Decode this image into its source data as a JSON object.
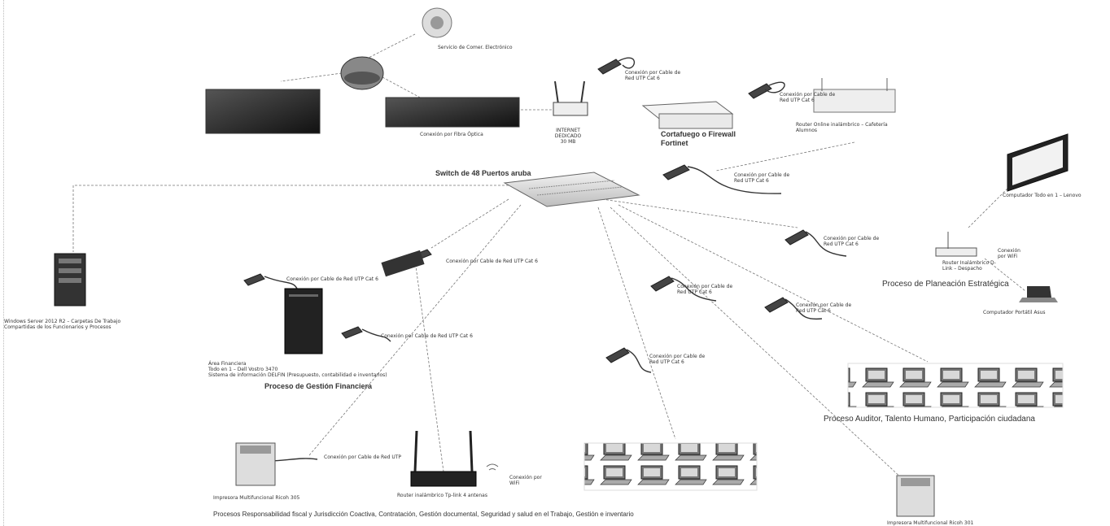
{
  "title": "Switch de 48 Puertos aruba",
  "labels": {
    "ecommerce": "Servicio de Comer. Electrónico",
    "fiber": "Conexión por Fibra Óptica",
    "internet": "INTERNET DEDICADO\n30 MB",
    "cable_top": "Conexión por Cable de\nRed UTP Cat 6",
    "firewall": "Cortafuego o Firewall\nFortinet",
    "cable_router": "Conexión por Cable de\nRed UTP Cat 6",
    "router_top": "Router Online inalámbrico – Cafetería\nAlumnos",
    "cable_switch": "Conexión por Cable de\nRed UTP Cat 6",
    "all_in_one": "Computador Todo en 1 – Lenovo",
    "cable_planeacion": "Conexión por Cable de\nRed UTP Cat 6",
    "router_planeacion": "Router Inalámbrico D-\nLink – Despacho",
    "wifi_planeacion": "Conexión\npor WiFi",
    "laptop": "Computador Portátil Asus",
    "server": "Windows Server 2012 R2 – Carpetas De Trabajo\nCompartidas de los Funcionarios y Procesos",
    "cable_fin1": "Conexión por Cable de Red UTP Cat 6",
    "cable_fin_top": "Conexión por Cable de Red UTP Cat 6",
    "cable_fin2": "Conexión por Cable de Red UTP Cat 6",
    "fin_desc": "Área Financiera\nTodo en 1 – Dell Vostro 3470\nSistema de información DELFIN (Presupuesto, contabilidad e inventarios)",
    "cable_mid1": "Conexión por Cable de\nRed UTP Cat 6",
    "cable_mid2": "Conexión por Cable de\nRed UTP Cat 6",
    "cable_aud": "Conexión por Cable de\nRed UTP Cat 6",
    "printer_left_cable": "Conexión por Cable de Red UTP",
    "printer_left": "Impresora Multifuncional Ricoh 305",
    "router_bottom": "Router inalámbrico Tp-link 4 antenas",
    "wifi_bottom": "Conexión por WiFi",
    "printer_right": "Impresora Multifuncional Ricoh 301"
  },
  "processes": {
    "planeacion": "Proceso de Planeación Estratégica",
    "financiera": "Proceso de Gestión Financiera",
    "auditor": "Proceso Auditor, Talento Humano, Participación ciudadana",
    "bottom": "Procesos Responsabilidad fiscal y Jurisdicción Coactiva, Contratación, Gestión documental, Seguridad y salud en el Trabajo, Gestión e inventario"
  }
}
